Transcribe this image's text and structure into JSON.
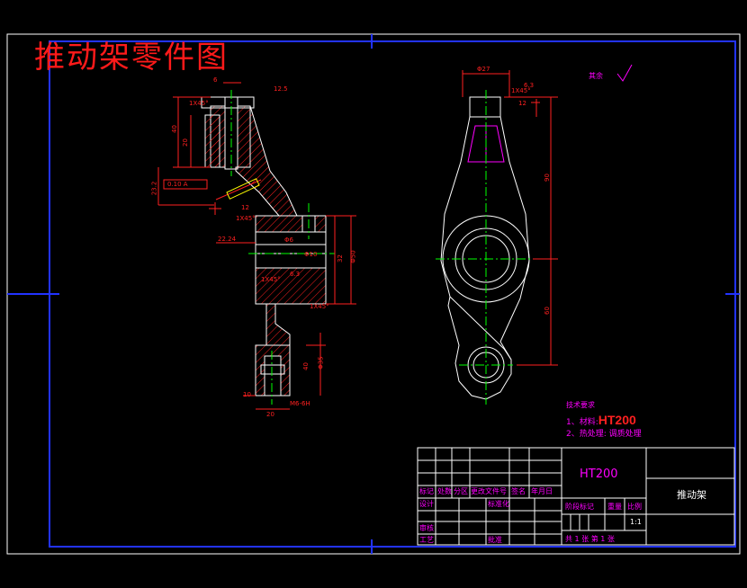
{
  "title": "推动架零件图",
  "roughness_note": "其余",
  "tech_requirements": {
    "heading": "技术要求",
    "item1_prefix": "1、材料:",
    "item1_material": "HT200",
    "item2": "2、热处理: 调质处理"
  },
  "title_block": {
    "material": "HT200",
    "part_name": "推动架",
    "col_labels": [
      "标记",
      "处数",
      "分区",
      "更改文件号",
      "签名",
      "年月日"
    ],
    "row_design": "设计",
    "row_standard": "标准化",
    "row_check": "审核",
    "row_process": "工艺",
    "row_approve": "批准",
    "stage_label": "阶段标记",
    "weight_label": "重量",
    "scale_label": "比例",
    "scale_value": "1:1",
    "sheets_label": "共 1 张  第 1 张"
  },
  "dimensions": {
    "d_6": "6",
    "d_1x45_top": "1X45°",
    "d_12_5": "12.5",
    "d_40": "40",
    "d_20": "20",
    "d_tol": "0.10 A",
    "d_23": "23.2",
    "d_12": "12",
    "d_1x45_mid": "1X45°",
    "d_22": "22.24",
    "d_6_8": "Φ6",
    "d_phi10": "Φ10",
    "d_phi50": "Φ50",
    "d_32": "32",
    "d_1x45_low": "1X45°",
    "d_1x45_b": "1X45°",
    "d_6_3": "6.3",
    "d_phi35": "Φ35",
    "d_40b": "40",
    "d_m6": "M6-6H",
    "d_20b": "20",
    "d_10": "10",
    "d_phi27": "Φ27",
    "d_1x45_r": "1X45°",
    "d_6_3r": "6.3",
    "d_12r": "12",
    "d_90": "90",
    "d_60": "60"
  },
  "colors": {
    "background": "#000000",
    "border_blue": "#2233ff",
    "geometry": "#ffffff",
    "dimension": "#ff2020",
    "hatch": "#ff2020",
    "centerline": "#00ff00",
    "magenta": "#ff00ff",
    "yellow": "#ffff00"
  }
}
